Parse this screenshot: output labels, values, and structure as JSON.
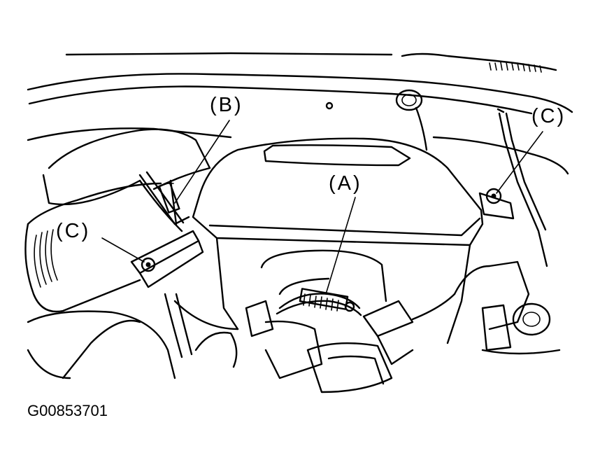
{
  "labels": {
    "a": "(A)",
    "b": "(B)",
    "c_right": "(C)",
    "c_left": "(C)"
  },
  "figure_id": "G00853701"
}
